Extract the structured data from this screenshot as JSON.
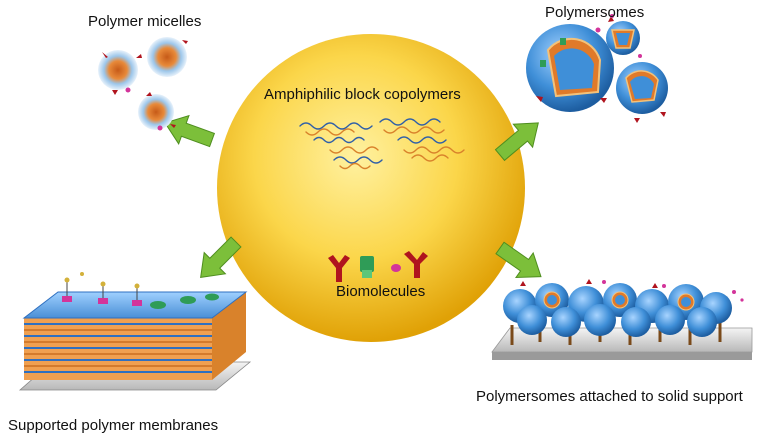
{
  "labels": {
    "center_top": "Amphiphilic block copolymers",
    "center_bottom": "Biomolecules",
    "top_left": "Polymer micelles",
    "top_right": "Polymersomes",
    "bottom_left": "Supported polymer membranes",
    "bottom_right": "Polymersomes attached to solid support"
  },
  "colors": {
    "circle_core": "#fbd64a",
    "circle_edge": "#e0a106",
    "arrow": "#7cbf3a",
    "vesicle_blue": "#3f8fd8",
    "membrane_orange": "#d9822b",
    "membrane_blue": "#4a8fd6",
    "protein_red": "#b0141e",
    "protein_green": "#2f9c57",
    "protein_magenta": "#d3349a"
  }
}
